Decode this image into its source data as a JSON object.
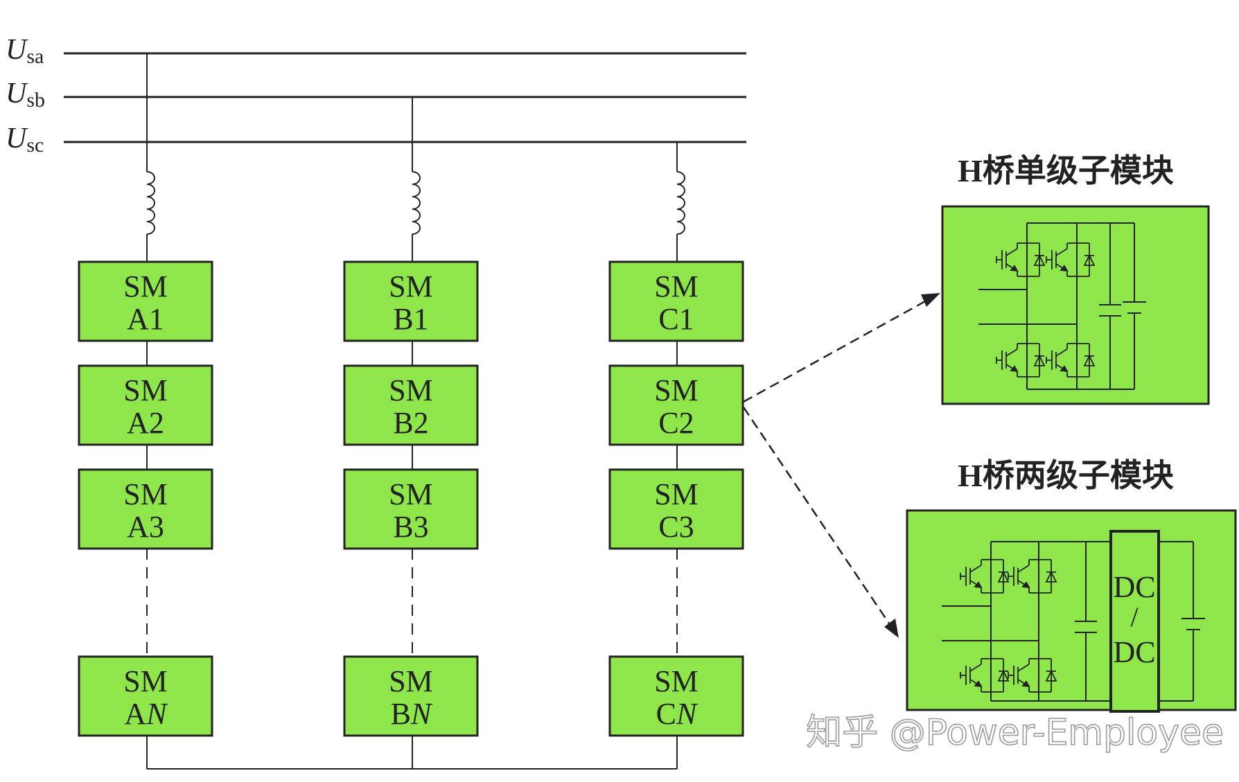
{
  "buses": [
    {
      "symbol": "U",
      "subscript": "sa"
    },
    {
      "symbol": "U",
      "subscript": "sb"
    },
    {
      "symbol": "U",
      "subscript": "sc"
    }
  ],
  "legs": [
    {
      "modules": [
        {
          "top": "SM",
          "prefix": "A",
          "index": "1",
          "italic": false
        },
        {
          "top": "SM",
          "prefix": "A",
          "index": "2",
          "italic": false
        },
        {
          "top": "SM",
          "prefix": "A",
          "index": "3",
          "italic": false
        },
        {
          "top": "SM",
          "prefix": "A",
          "index": "N",
          "italic": true
        }
      ]
    },
    {
      "modules": [
        {
          "top": "SM",
          "prefix": "B",
          "index": "1",
          "italic": false
        },
        {
          "top": "SM",
          "prefix": "B",
          "index": "2",
          "italic": false
        },
        {
          "top": "SM",
          "prefix": "B",
          "index": "3",
          "italic": false
        },
        {
          "top": "SM",
          "prefix": "B",
          "index": "N",
          "italic": true
        }
      ]
    },
    {
      "modules": [
        {
          "top": "SM",
          "prefix": "C",
          "index": "1",
          "italic": false
        },
        {
          "top": "SM",
          "prefix": "C",
          "index": "2",
          "italic": false
        },
        {
          "top": "SM",
          "prefix": "C",
          "index": "3",
          "italic": false
        },
        {
          "top": "SM",
          "prefix": "C",
          "index": "N",
          "italic": true
        }
      ]
    }
  ],
  "details": {
    "single_stage_title": "H桥单级子模块",
    "two_stage_title": "H桥两级子模块",
    "dcdc": {
      "top": "DC",
      "slash": "/",
      "bottom": "DC"
    }
  },
  "watermark": "知乎 @Power-Employee",
  "colors": {
    "module_fill": "#8ee64b",
    "stroke": "#222222",
    "background": "#ffffff"
  }
}
